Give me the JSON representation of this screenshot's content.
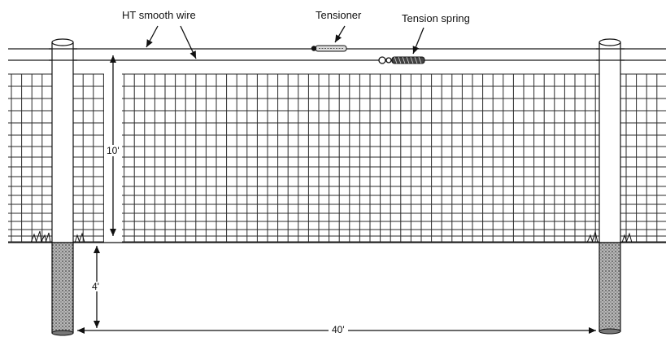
{
  "labels": {
    "ht_smooth_wire": "HT smooth wire",
    "tensioner": "Tensioner",
    "tension_spring": "Tension spring",
    "fence_height": "10'",
    "post_depth": "4'",
    "post_spacing": "40'"
  },
  "colors": {
    "line": "#1a1a1a",
    "mesh": "#2a2a2a",
    "post_fill": "#ffffff",
    "post_buried_fill": "#8a8a8a"
  }
}
